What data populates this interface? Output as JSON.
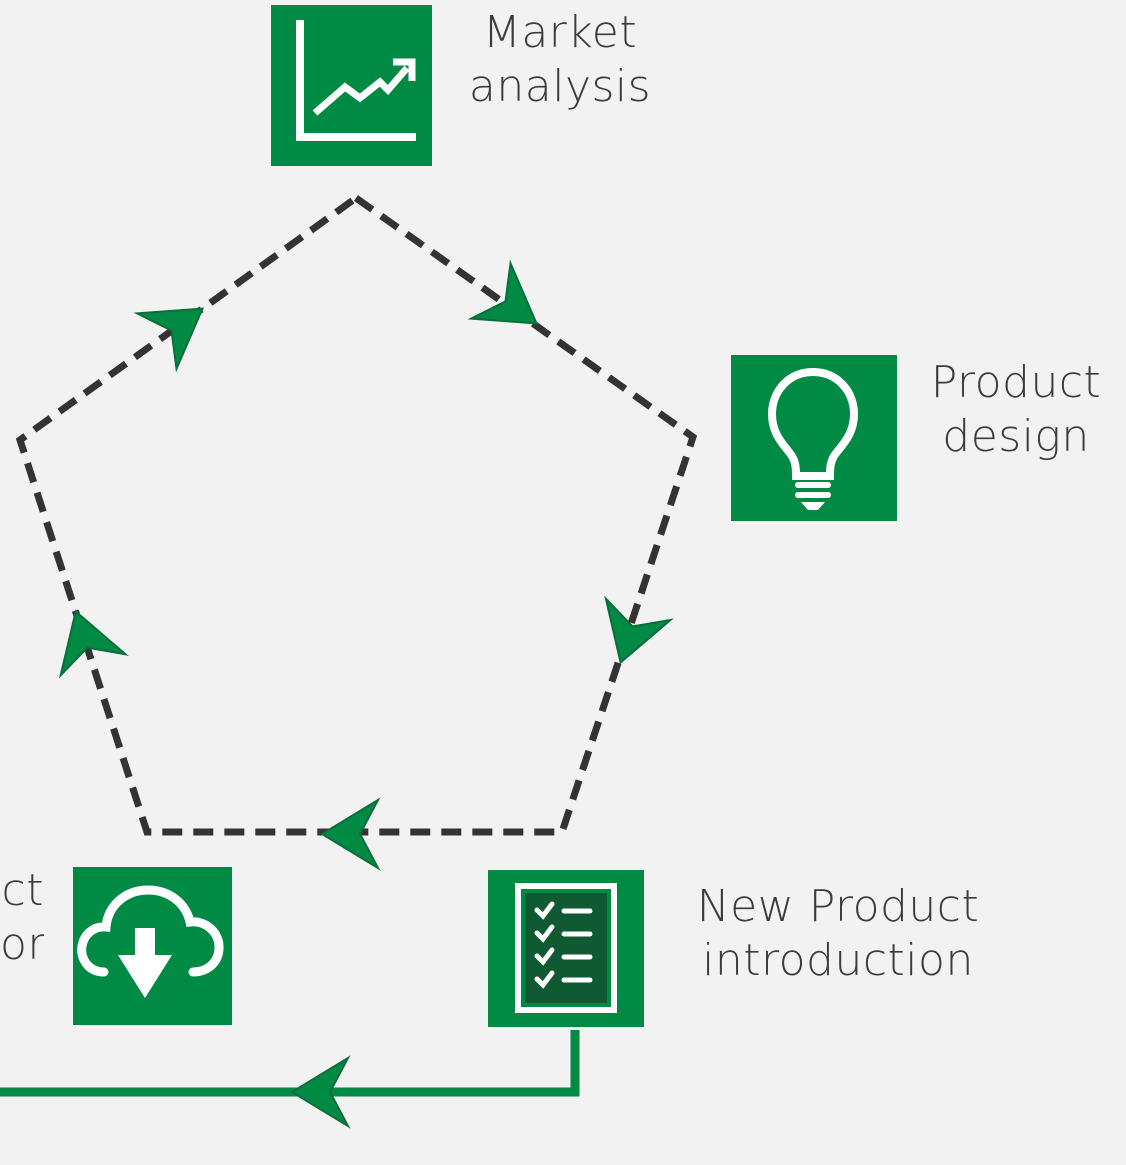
{
  "colors": {
    "background": "#f2f2f2",
    "accent": "#008a43",
    "accent_dark": "#0a6e3b",
    "cycle_line": "#333333",
    "text": "#3b3b3b"
  },
  "nodes": [
    {
      "id": "market",
      "icon": "line-chart-icon",
      "lines": [
        "Market",
        "analysis"
      ]
    },
    {
      "id": "design",
      "icon": "lightbulb-icon",
      "lines": [
        "Product",
        "design"
      ]
    },
    {
      "id": "npi",
      "icon": "checklist-icon",
      "lines": [
        "New Product",
        "introduction"
      ]
    },
    {
      "id": "support",
      "icon": "cloud-download-icon",
      "lines": [
        "ct",
        "ort"
      ]
    }
  ]
}
